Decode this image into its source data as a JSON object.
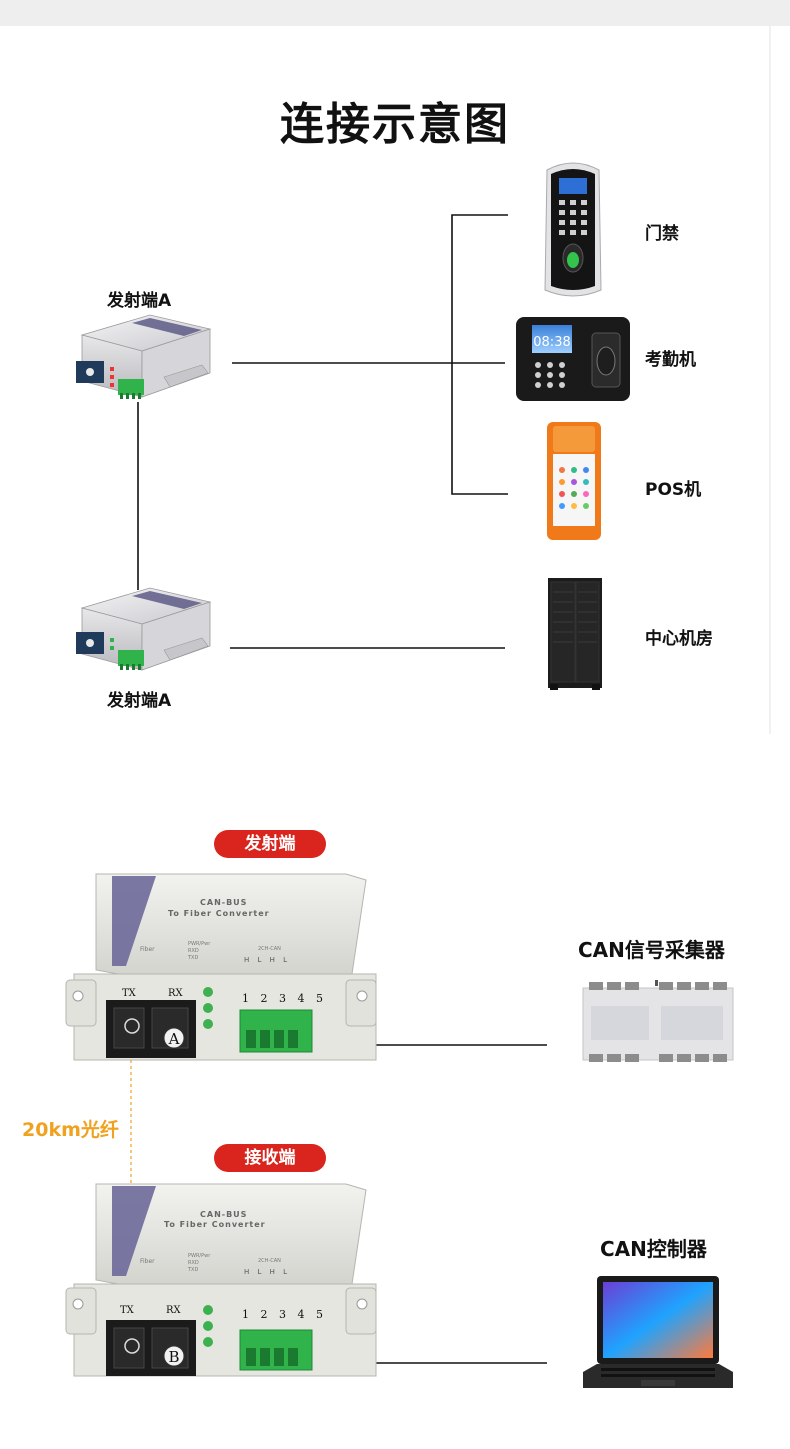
{
  "title": "连接示意图",
  "top_diagram": {
    "transmitter_top_label": "发射端A",
    "transmitter_bottom_label": "发射端A",
    "devices": [
      {
        "label": "门禁",
        "icon": "fingerprint-access-terminal-icon"
      },
      {
        "label": "考勤机",
        "icon": "attendance-machine-icon",
        "screen_text": "08:38"
      },
      {
        "label": "POS机",
        "icon": "pos-terminal-icon"
      },
      {
        "label": "中心机房",
        "icon": "server-rack-icon"
      }
    ]
  },
  "bottom_diagram": {
    "sender_badge": "发射端",
    "receiver_badge": "接收端",
    "fiber_label": "20km光纤",
    "converter": {
      "title_line1": "CAN-BUS",
      "title_line2": "To Fiber Converter",
      "port_tx": "TX",
      "port_rx": "RX",
      "port_fiber": "Fiber",
      "led_labels": [
        "PWR/Pwr",
        "RXD",
        "TXD"
      ],
      "can_header": "2CH-CAN",
      "can_pins": "H L H L",
      "terminal_numbers": [
        "1",
        "2",
        "3",
        "4",
        "5"
      ],
      "port_a": "A",
      "port_b": "B"
    },
    "sender_device_label": "CAN信号采集器",
    "receiver_device_label": "CAN控制器"
  },
  "colors": {
    "badge_red": "#d9251d",
    "fiber_orange": "#f0a21f",
    "terminal_green": "#2fb34a"
  }
}
